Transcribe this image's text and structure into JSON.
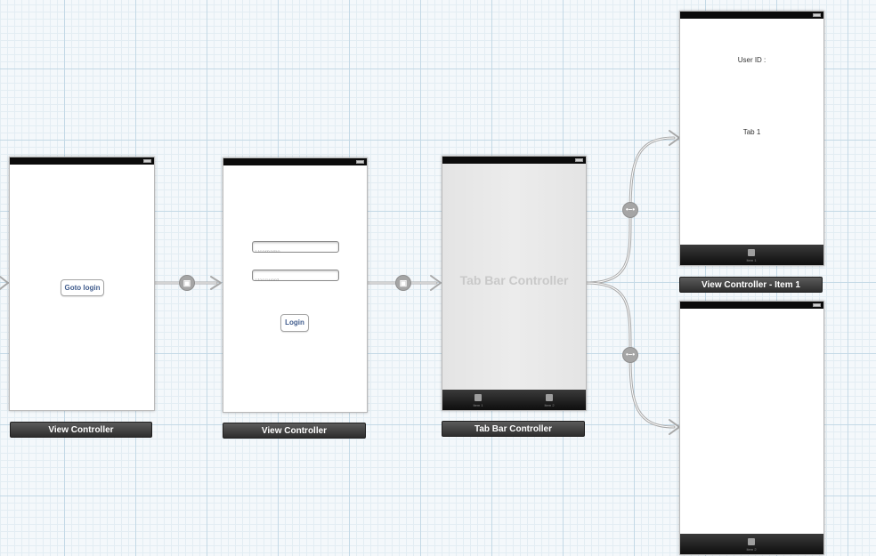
{
  "scenes": {
    "home": {
      "title": "View Controller",
      "goto_button": "Goto login"
    },
    "login": {
      "title": "View Controller",
      "username_placeholder": "Username",
      "password_placeholder": "Password",
      "login_button": "Login"
    },
    "tabbar_controller": {
      "title": "Tab Bar Controller",
      "canvas_title": "Tab Bar Controller",
      "tabs": [
        {
          "label": "Item 1"
        },
        {
          "label": "Item 2"
        }
      ]
    },
    "item1": {
      "title": "View Controller - Item 1",
      "user_id_label": "User ID :",
      "tab_label": "Tab 1",
      "tab_item": "Item 1"
    },
    "item2": {
      "tab_item": "Item 2"
    }
  },
  "segues": {
    "home_to_login": {
      "icon": "modal-segue-icon"
    },
    "login_to_tabbar": {
      "icon": "modal-segue-icon"
    },
    "tabbar_to_item1": {
      "icon": "relationship-segue-icon"
    },
    "tabbar_to_item2": {
      "icon": "relationship-segue-icon"
    }
  },
  "colors": {
    "canvas_background": "#f4f8fb",
    "grid_major": "#c4d9e6",
    "scene_label_background": "#3a3a3a",
    "button_text": "#3f5b8c",
    "segue_line": "#a9a9a9"
  }
}
